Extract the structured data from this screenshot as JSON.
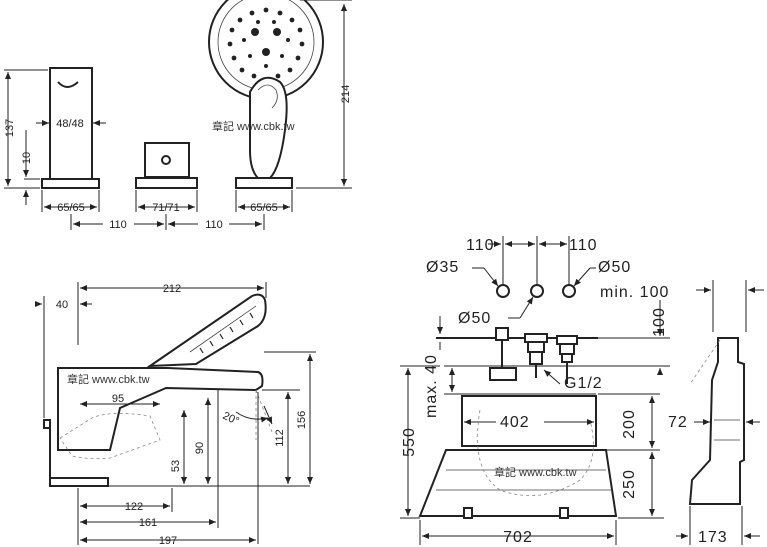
{
  "watermark": "章記 www.cbk.tw",
  "top_view": {
    "spout_height": "137",
    "spout_base": "10",
    "spout_section": "48/48",
    "spout_width": "65/65",
    "valve_width": "71/71",
    "shower_width": "65/65",
    "spacing_left": "110",
    "spacing_right": "110",
    "total_height": "214"
  },
  "side_view": {
    "reach": "212",
    "offset": "40",
    "lever": "95",
    "angle": "20°",
    "h53": "53",
    "h90": "90",
    "h112": "112",
    "h156": "156",
    "d122": "122",
    "d161": "161",
    "d197": "197"
  },
  "install_view": {
    "spacing_left": "110",
    "spacing_right": "110",
    "hole_left": "Ø35",
    "hole_right": "Ø50",
    "hole_lower": "Ø50",
    "min_clearance": "min. 100",
    "h100": "100",
    "max40": "max. 40",
    "thread": "G1/2",
    "width402": "402",
    "h200": "200",
    "h550": "550",
    "h250": "250",
    "width702": "702",
    "d72": "72",
    "d173": "173"
  }
}
